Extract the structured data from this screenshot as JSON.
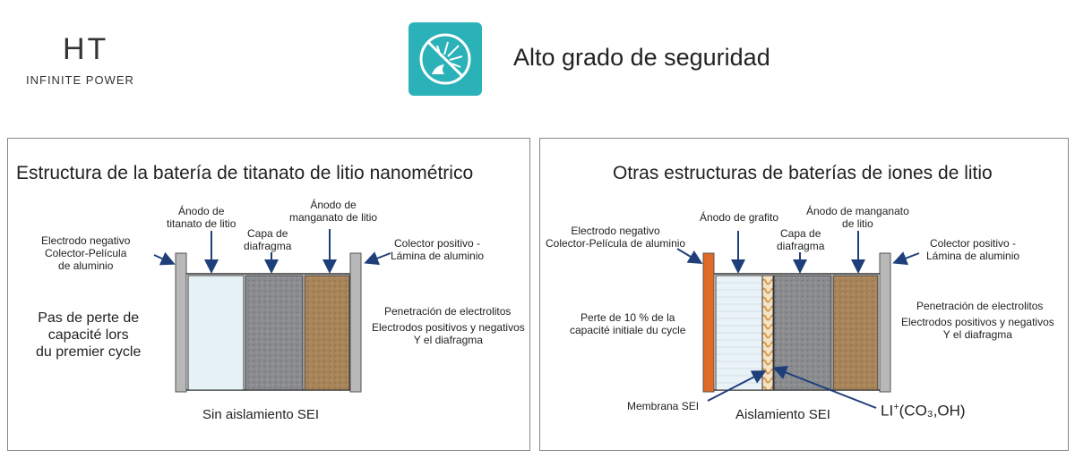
{
  "header": {
    "brand": "HT",
    "brand_tagline": "INFINITE POWER",
    "feature_icon": "no-fire-spark-icon",
    "feature_title": "Alto grado de seguridad"
  },
  "left_panel": {
    "title": "Estructura de la batería de titanato de litio nanométrico",
    "labels": {
      "negative_electrode": [
        "Electrodo negativo",
        "Colector-Película",
        "de aluminio"
      ],
      "anode": [
        "Ánodo de",
        "titanato de litio"
      ],
      "separator": [
        "Capa de",
        "diafragma"
      ],
      "cathode": [
        "Ánodo de",
        "manganato de litio"
      ],
      "positive_collector": [
        "Colector positivo -",
        "Lámina de aluminio"
      ],
      "penetration": "Penetración de electrolitos",
      "electrodes": [
        "Electrodos positivos y negativos",
        "Y el diafragma"
      ],
      "capacity_note": [
        "Pas de perte de",
        "capacité lors",
        "du premier cycle"
      ],
      "caption": "Sin aislamiento SEI"
    }
  },
  "right_panel": {
    "title": "Otras estructuras de baterías de iones de litio",
    "labels": {
      "negative_electrode": [
        "Electrodo negativo",
        "Colector-Película de aluminio"
      ],
      "anode": "Ánodo de grafito",
      "separator": [
        "Capa de",
        "diafragma"
      ],
      "cathode": [
        "Ánodo de manganato",
        "de litio"
      ],
      "positive_collector": [
        "Colector positivo -",
        "Lámina de aluminio"
      ],
      "penetration": "Penetración de electrolitos",
      "electrodes": [
        "Electrodos positivos y negativos",
        "Y el diafragma"
      ],
      "capacity_note": [
        "Perte de 10 % de la",
        "capacité initiale du cycle"
      ],
      "membrane": "Membrana SEI",
      "caption": "Aislamiento SEI",
      "ion_main": "LI",
      "ion_sup": "+",
      "ion_rest": "(CO₃,OH)"
    }
  },
  "colors": {
    "teal": "#2bb1b8",
    "arrow": "#1f3f7a",
    "collector_gray": "#b8b8b8",
    "titanate": "#e6f1f6",
    "separator_gray": "#8a8c8f",
    "cathode_brown": "#a8845a",
    "copper": "#e06a26",
    "sei": "#d99a4a"
  }
}
